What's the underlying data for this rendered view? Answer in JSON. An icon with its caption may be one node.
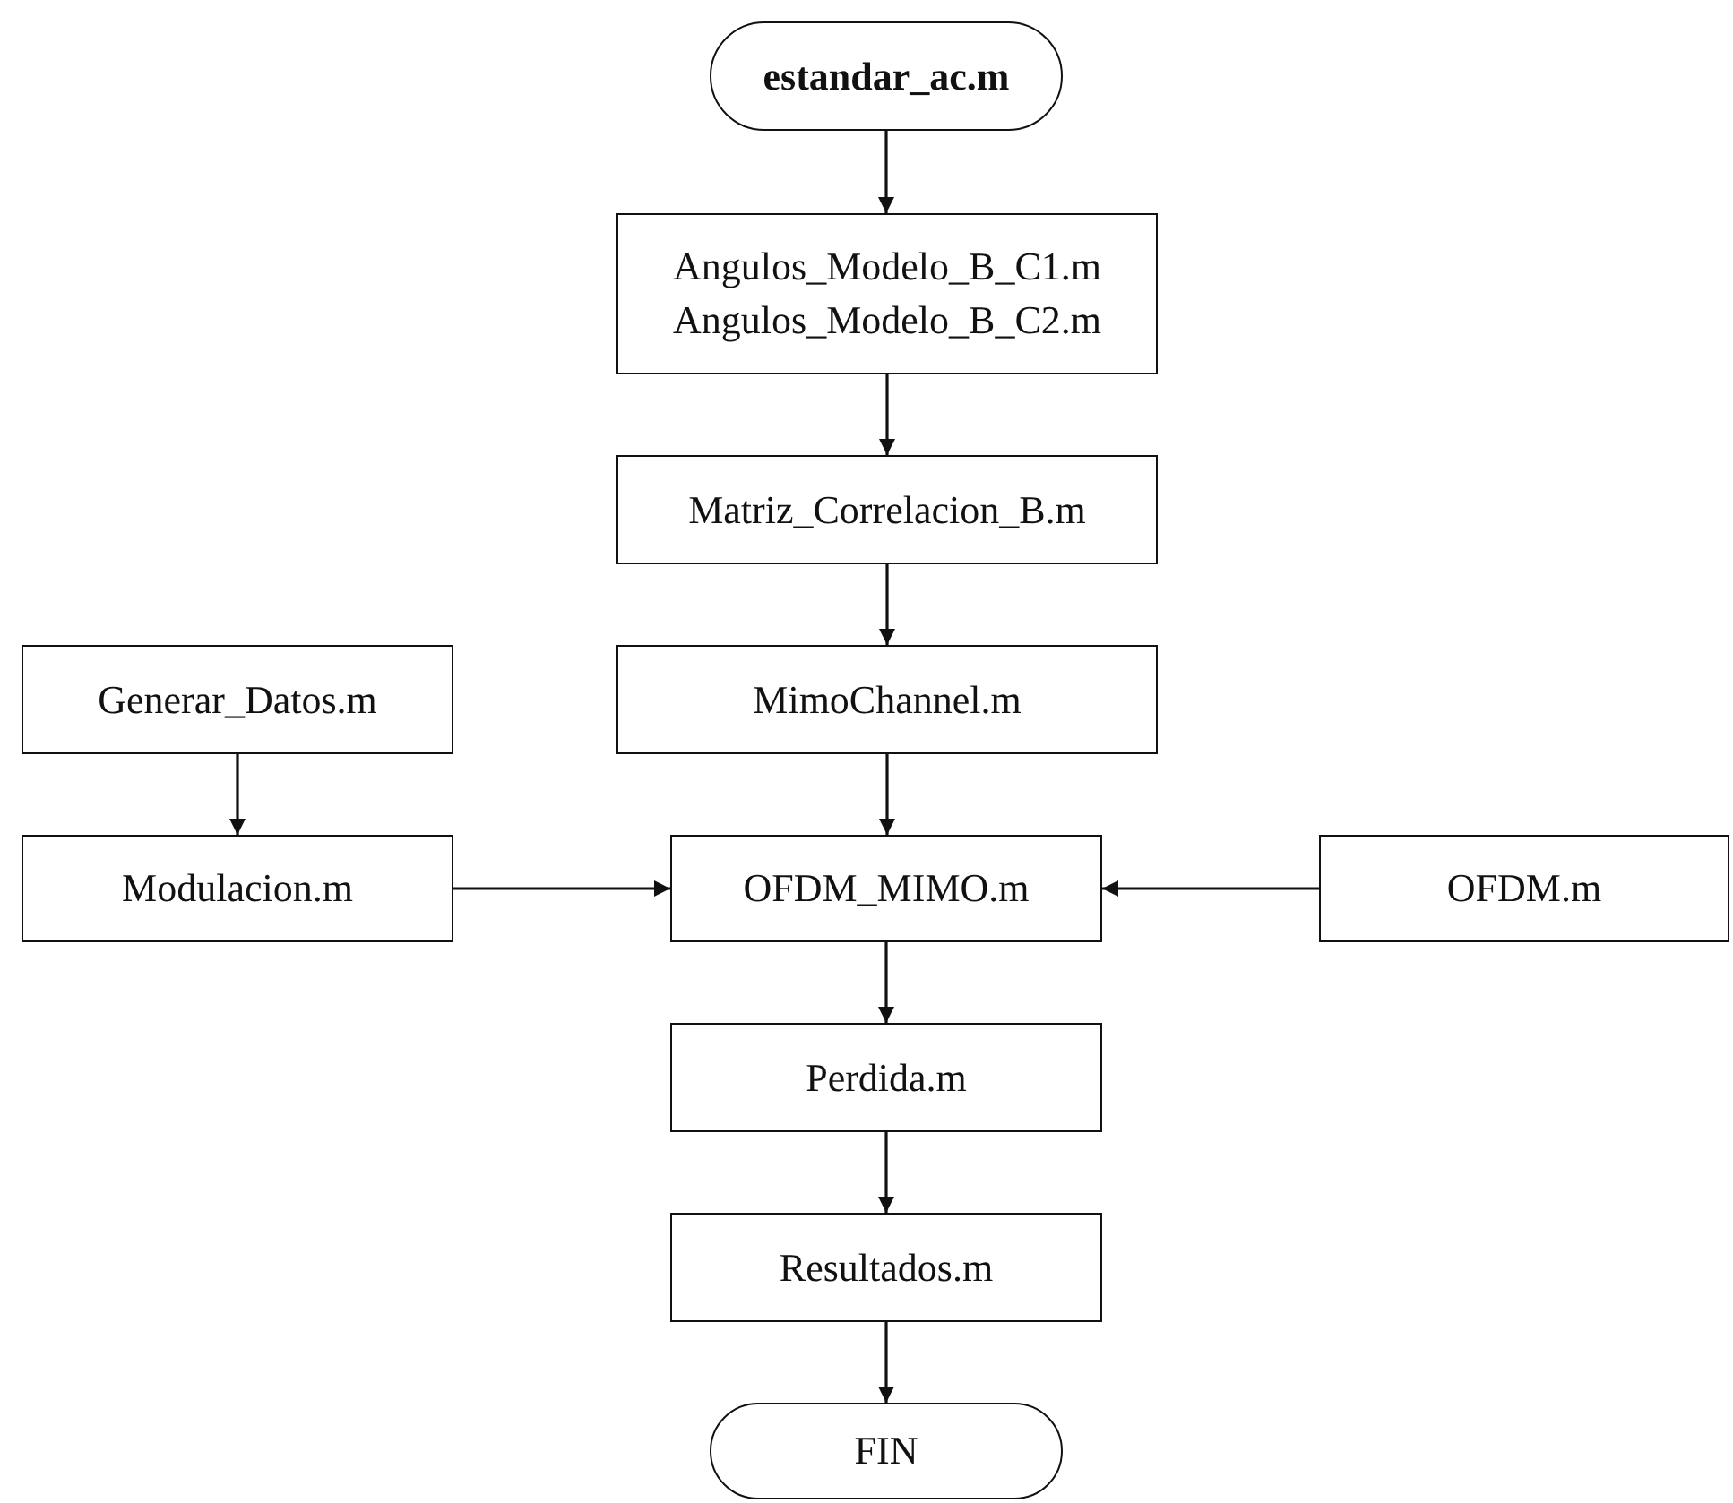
{
  "diagram": {
    "nodes": [
      {
        "text": [
          "estandar_ac.m"
        ]
      },
      {
        "text": [
          "Angulos_Modelo_B_C1.m Angulos_Modelo_B_C2.m"
        ]
      },
      {
        "text": [
          "Matriz_Correlacion_B.m"
        ]
      },
      {
        "text": [
          "Generar_Datos.m"
        ]
      },
      {
        "text": [
          "MimoChannel.m"
        ]
      },
      {
        "text": [
          "Modulacion.m"
        ]
      },
      {
        "text": [
          "OFDM_MIMO.m"
        ]
      },
      {
        "text": [
          "OFDM.m"
        ]
      },
      {
        "text": [
          "Perdida.m"
        ]
      },
      {
        "text": [
          "Resultados.m"
        ]
      },
      {
        "text": [
          "FIN"
        ]
      }
    ],
    "edges": [
      {
        "from": 0,
        "to": 1,
        "arrow": "to"
      },
      {
        "from": 1,
        "to": 2,
        "arrow": "to"
      },
      {
        "from": 2,
        "to": 4,
        "arrow": "to"
      },
      {
        "from": 3,
        "to": 5,
        "arrow": "to"
      },
      {
        "from": 4,
        "to": 6,
        "arrow": "to"
      },
      {
        "from": 5,
        "to": 6,
        "arrow": "to"
      },
      {
        "from": 7,
        "to": 6,
        "arrow": "to"
      },
      {
        "from": 6,
        "to": 8,
        "arrow": "to"
      },
      {
        "from": 8,
        "to": 9,
        "arrow": "to"
      },
      {
        "from": 9,
        "to": 10,
        "arrow": "to"
      }
    ]
  }
}
